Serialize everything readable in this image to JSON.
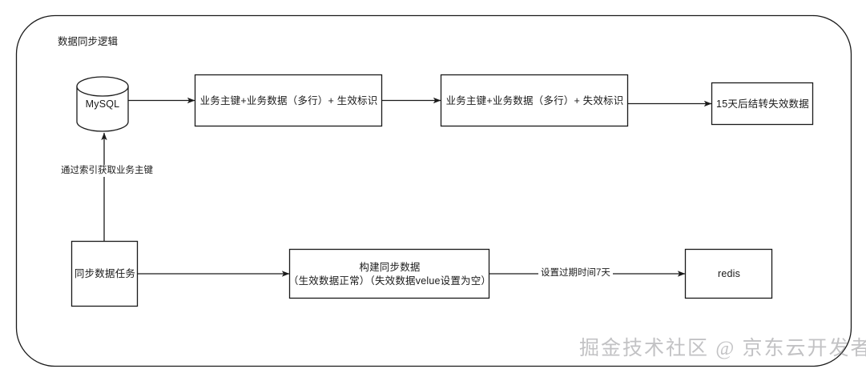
{
  "diagram": {
    "group_title": "数据同步逻辑",
    "watermark": "掘金技术社区 @ 京东云开发者",
    "stroke_color": "#1a1a1a",
    "fill_color": "#ffffff",
    "nodes": [
      {
        "id": "mysql",
        "shape": "cylinder",
        "label": "MySQL"
      },
      {
        "id": "effective",
        "shape": "rect",
        "label": "业务主键+业务数据（多行）+ 生效标识"
      },
      {
        "id": "invalid",
        "shape": "rect",
        "label": "业务主键+业务数据（多行）+ 失效标识"
      },
      {
        "id": "carryover",
        "shape": "rect",
        "label": "15天后结转失效数据"
      },
      {
        "id": "sync-task",
        "shape": "rect",
        "label": "同步数据任务"
      },
      {
        "id": "build-data",
        "shape": "rect",
        "label_line1": "构建同步数据",
        "label_line2": "（生效数据正常）（失效数据velue设置为空）"
      },
      {
        "id": "redis",
        "shape": "rect",
        "label": "redis"
      }
    ],
    "edges": [
      {
        "from": "mysql",
        "to": "effective",
        "label": ""
      },
      {
        "from": "effective",
        "to": "invalid",
        "label": ""
      },
      {
        "from": "invalid",
        "to": "carryover",
        "label": ""
      },
      {
        "from": "sync-task",
        "to": "mysql",
        "label": "通过索引获取业务主键"
      },
      {
        "from": "sync-task",
        "to": "build-data",
        "label": ""
      },
      {
        "from": "build-data",
        "to": "redis",
        "label": "设置过期时间7天"
      }
    ]
  }
}
